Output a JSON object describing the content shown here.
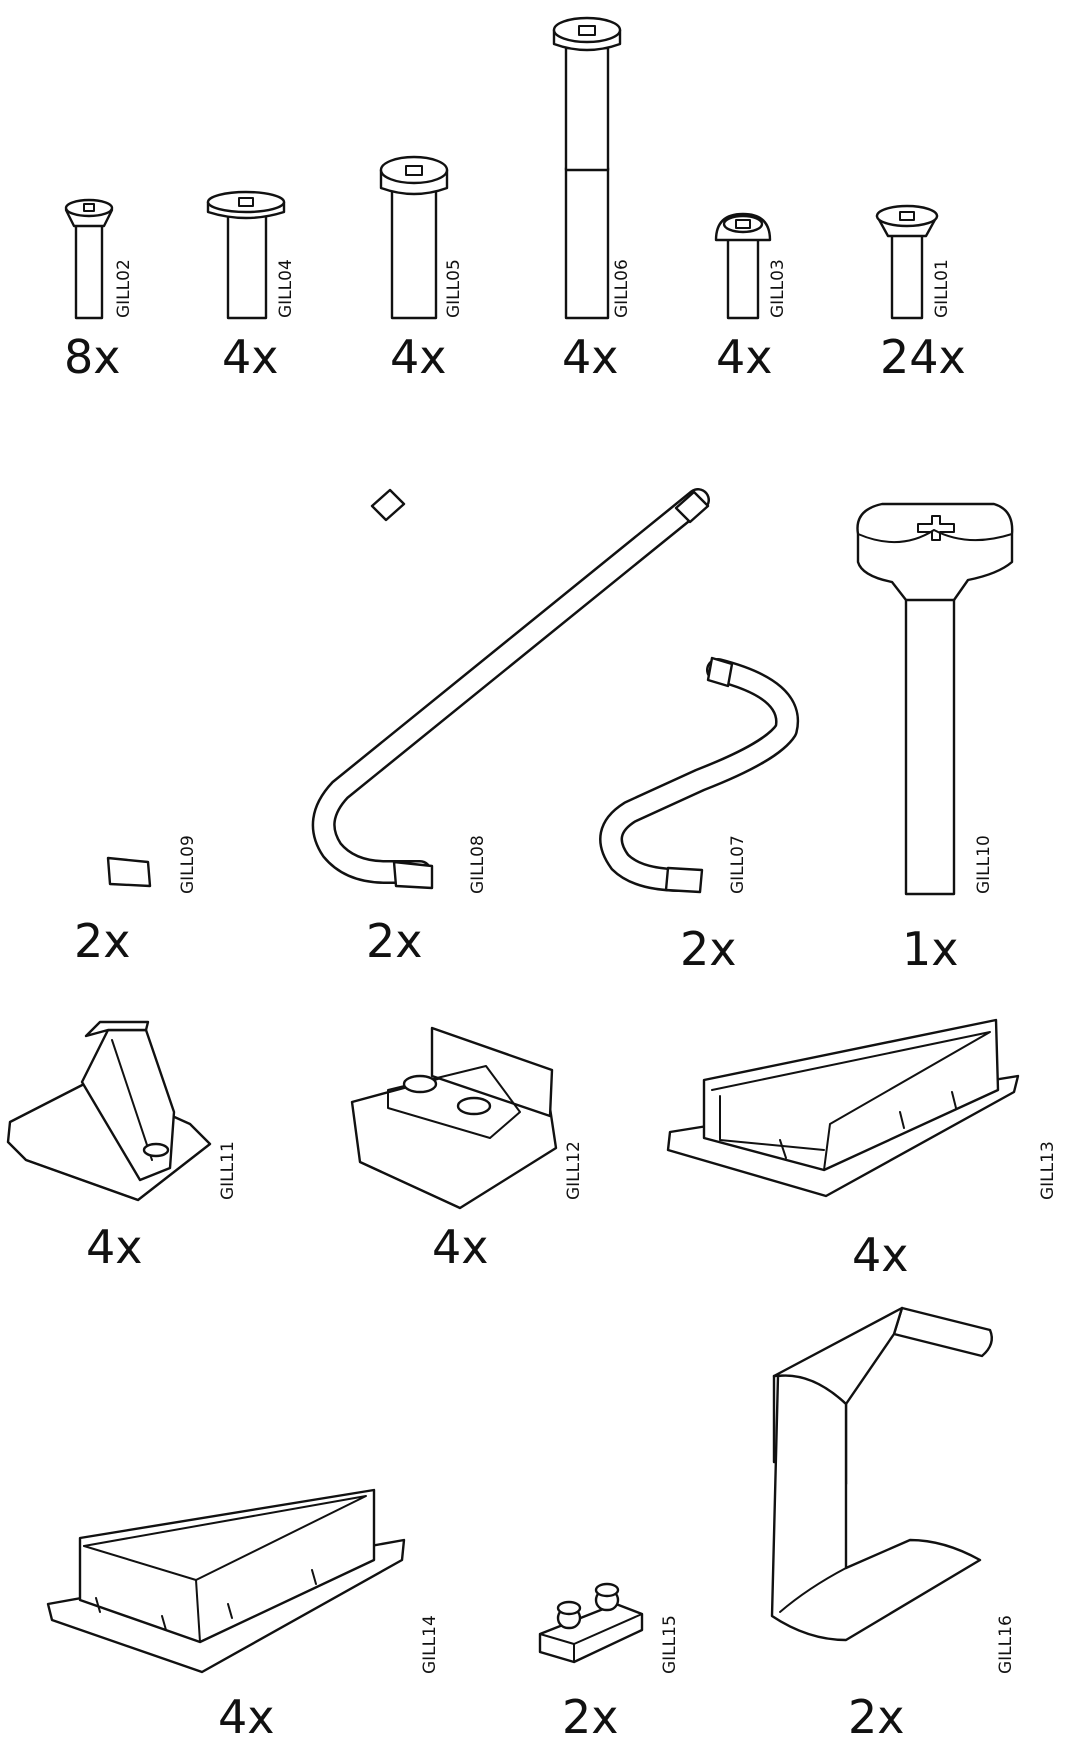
{
  "parts": [
    {
      "code": "GILL02",
      "qty": "8x",
      "icon": "countersunk-screw-icon"
    },
    {
      "code": "GILL04",
      "qty": "4x",
      "icon": "flat-head-screw-icon"
    },
    {
      "code": "GILL05",
      "qty": "4x",
      "icon": "cylinder-head-screw-icon"
    },
    {
      "code": "GILL06",
      "qty": "4x",
      "icon": "long-bolt-icon"
    },
    {
      "code": "GILL03",
      "qty": "4x",
      "icon": "button-head-screw-icon"
    },
    {
      "code": "GILL01",
      "qty": "24x",
      "icon": "countersunk-screw-icon"
    },
    {
      "code": "GILL09",
      "qty": "2x",
      "icon": "long-allen-key-icon"
    },
    {
      "code": "GILL08",
      "qty": "2x",
      "icon": "long-allen-key-icon"
    },
    {
      "code": "GILL07",
      "qty": "2x",
      "icon": "short-allen-key-icon"
    },
    {
      "code": "GILL10",
      "qty": "1x",
      "icon": "knob-bolt-icon"
    },
    {
      "code": "GILL11",
      "qty": "4x",
      "icon": "gusset-bracket-icon"
    },
    {
      "code": "GILL12",
      "qty": "4x",
      "icon": "block-bracket-icon"
    },
    {
      "code": "GILL13",
      "qty": "4x",
      "icon": "wedge-foot-open-icon"
    },
    {
      "code": "GILL14",
      "qty": "4x",
      "icon": "wedge-foot-closed-icon"
    },
    {
      "code": "GILL15",
      "qty": "2x",
      "icon": "two-stud-plug-icon"
    },
    {
      "code": "GILL16",
      "qty": "2x",
      "icon": "c-clip-icon"
    }
  ]
}
